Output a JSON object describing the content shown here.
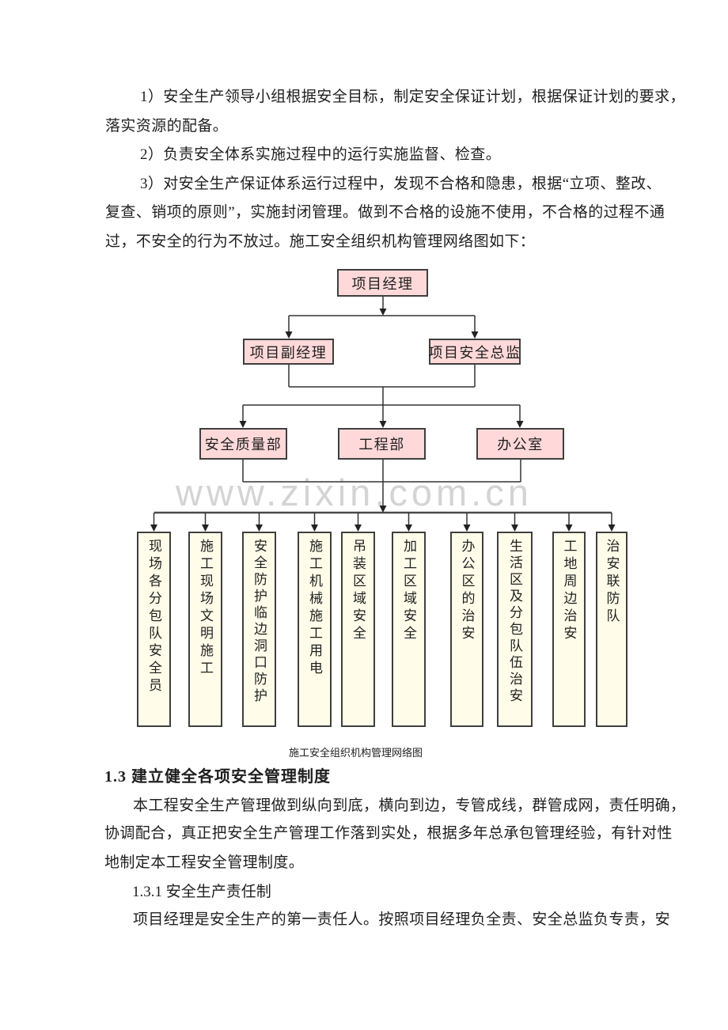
{
  "intro": [
    "1）安全生产领导小组根据安全目标，制定安全保证计划，根据保证计划的要求，",
    "落实资源的配备。",
    "2）负责安全体系实施过程中的运行实施监督、检查。",
    "3）对安全生产保证体系运行过程中，发现不合格和隐患，根据“立项、整改、",
    "复查、销项的原则”，实施封闭管理。做到不合格的设施不使用，不合格的过程不通",
    "过，不安全的行为不放过。施工安全组织机构管理网络图如下："
  ],
  "diagram": {
    "root": "项目经理",
    "level2": [
      "项目副经理",
      "项目安全总监"
    ],
    "level3": [
      "安全质量部",
      "工程部",
      "办公室"
    ],
    "leaves": [
      "现场各分包队安全员",
      "施工现场文明施工",
      "安全防护临边洞口防护",
      "施工机械施工用电",
      "吊装区域安全",
      "加工区域安全",
      "办公区的治安",
      "生活区及分包队伍治安",
      "工地周边治安",
      "治安联防队"
    ],
    "caption": "施工安全组织机构管理网络图"
  },
  "watermark": "www.zixin.com.cn",
  "section": {
    "heading": "1.3 建立健全各项安全管理制度",
    "para1": [
      "本工程安全生产管理做到纵向到底，横向到边，专管成线，群管成网，责任明确，",
      "协调配合，真正把安全生产管理工作落到实处，根据多年总承包管理经验，有针对性",
      "地制定本工程安全管理制度。"
    ],
    "subheading": "1.3.1 安全生产责任制",
    "para2": [
      "项目经理是安全生产的第一责任人。按照项目经理负全责、安全总监负专责，安"
    ]
  },
  "colors": {
    "node_pink": "#ffd9d9",
    "node_yellow": "#fffde9",
    "node_border": "#3f3f3f",
    "connector": "#333333",
    "watermark_gray": "#d4d4d4",
    "text": "#1f1f1f"
  }
}
